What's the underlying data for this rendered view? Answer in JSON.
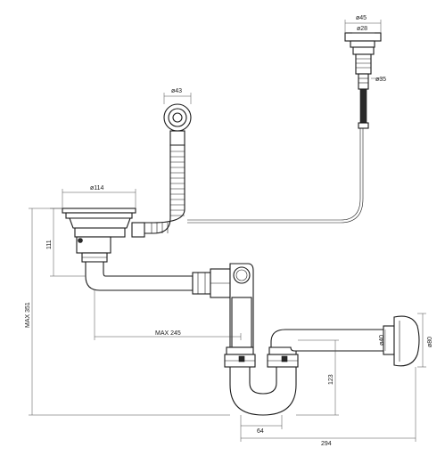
{
  "dimensions": {
    "cap_outer": "ø45",
    "cap_inner": "ø28",
    "push_button_shaft": "ø35",
    "overflow_rose": "ø43",
    "basket_strainer": "ø114",
    "strainer_height": "111",
    "max_total_height": "MAX 351",
    "max_reach": "MAX 245",
    "outlet_pipe": "ø40",
    "wall_flange": "ø80",
    "trap_height": "123",
    "trap_width": "64",
    "total_width": "294"
  }
}
